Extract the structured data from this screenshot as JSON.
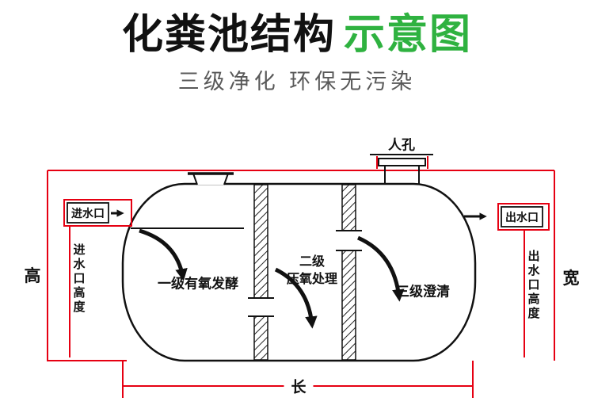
{
  "header": {
    "title_black": "化粪池结构",
    "title_green": "示意图",
    "subtitle": "三级净化 环保无污染"
  },
  "diagram": {
    "manhole_label": "人孔",
    "inlet_label": "进水口",
    "outlet_label": "出水口",
    "inlet_height_label": "进水口高度",
    "outlet_height_label": "出水口高度",
    "height_label": "高",
    "width_label": "宽",
    "length_label": "长",
    "chamber1_label": "一级有氧发酵",
    "chamber2_label_line1": "二级",
    "chamber2_label_line2": "压氧处理",
    "chamber3_label": "三级澄清"
  },
  "colors": {
    "accent_green": "#2fb240",
    "dimension_red": "#e60012",
    "line_black": "#111111",
    "subtitle_gray": "#595959"
  }
}
